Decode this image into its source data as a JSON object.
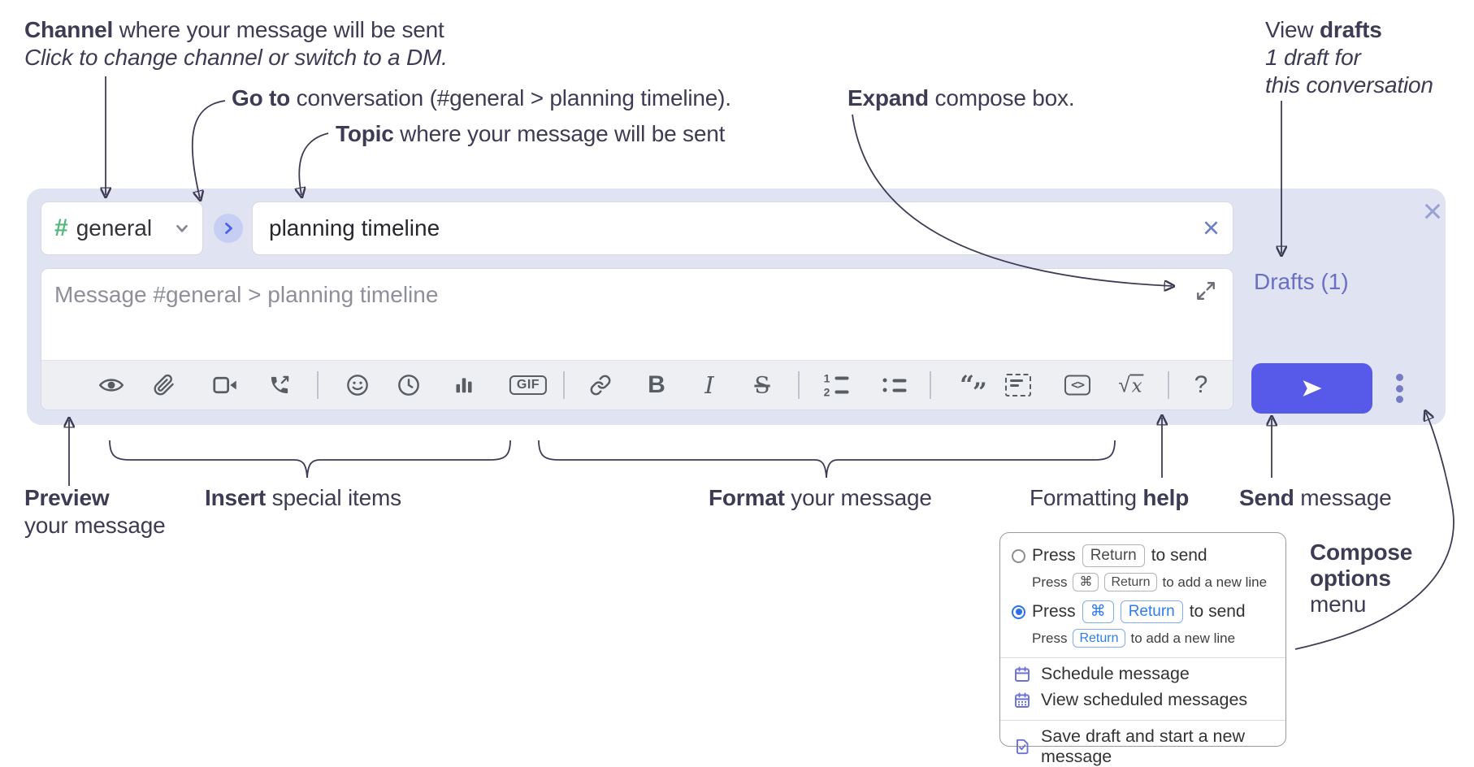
{
  "annotations": {
    "channel": {
      "bold": "Channel",
      "rest": " where your message will be sent",
      "sub": "Click to change channel or switch to a DM."
    },
    "goto": {
      "bold": "Go to",
      "rest": " conversation (#general > planning timeline)."
    },
    "topic": {
      "bold": "Topic",
      "rest": " where your message will be sent"
    },
    "expand": {
      "bold": "Expand",
      "rest": " compose box."
    },
    "view_drafts": {
      "pre": "View ",
      "bold": "drafts",
      "line2": "1 draft for",
      "line3": "this conversation"
    },
    "preview": {
      "bold": "Preview",
      "line2": "your message"
    },
    "insert": {
      "bold": "Insert",
      "rest": " special items"
    },
    "format": {
      "bold": "Format",
      "rest": " your message"
    },
    "formatting_help": {
      "pre": "Formatting ",
      "bold": "help"
    },
    "send": {
      "bold": "Send",
      "rest": " message"
    },
    "compose_options": {
      "line1": "Compose",
      "line2": "options",
      "line3": "menu"
    }
  },
  "compose": {
    "channel": {
      "hash": "#",
      "name": "general"
    },
    "topic": {
      "value": "planning timeline",
      "clear_glyph": "×"
    },
    "message": {
      "placeholder": "Message #general > planning timeline"
    },
    "drafts_link": "Drafts (1)",
    "close_glyph": "×",
    "toolbar": {
      "gif": "GIF",
      "bold": "B",
      "italic": "I",
      "strike": "S",
      "code": "<>",
      "math_root": "√",
      "math_x": "x",
      "help": "?",
      "quote_open": "“",
      "quote_close": "”",
      "ol_1": "1",
      "ol_2": "2"
    }
  },
  "menu": {
    "option_return": {
      "press": "Press",
      "key": "Return",
      "after": "to send",
      "sub_press": "Press",
      "sub_key1": "⌘",
      "sub_key2": "Return",
      "sub_after": "to add a new line"
    },
    "option_cmd_return": {
      "press": "Press",
      "key1": "⌘",
      "key2": "Return",
      "after": "to send",
      "sub_press": "Press",
      "sub_key": "Return",
      "sub_after": "to add a new line"
    },
    "schedule": "Schedule message",
    "view_scheduled": "View scheduled messages",
    "save_draft": "Save draft and start a new message"
  },
  "colors": {
    "compose_background": "#e0e3f2",
    "send_button": "#575ae9",
    "drafts_link": "#6a6fc4",
    "channel_hash_green": "#54b97c",
    "radio_selected_blue": "#2b72e8",
    "menu_icon_purple": "#6c70d8",
    "annotation_text": "#3e3c54"
  }
}
